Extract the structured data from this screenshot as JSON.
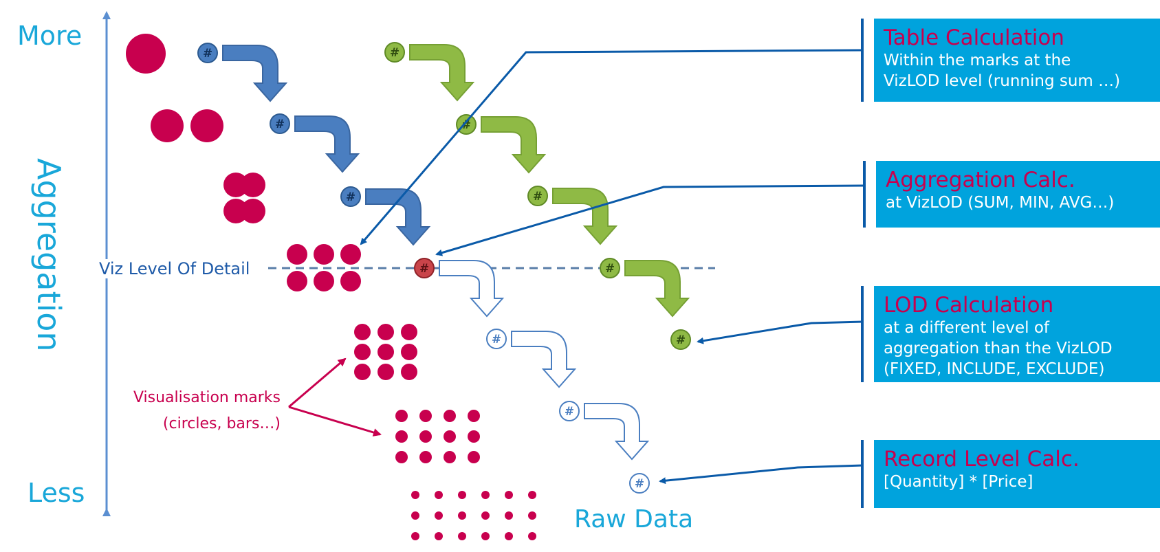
{
  "axis": {
    "more": "More",
    "less": "Less",
    "title": "Aggregation"
  },
  "viz_level_label": "Viz Level Of Detail",
  "raw_data_label": "Raw Data",
  "marks_label": {
    "line1": "Visualisation marks",
    "line2": "(circles, bars…)"
  },
  "hash_symbol": "#",
  "callouts": [
    {
      "title": "Table Calculation",
      "line1": "Within the marks at the",
      "line2": "VizLOD level (running sum …)"
    },
    {
      "title": "Aggregation Calc.",
      "line1": "at VizLOD (SUM, MIN, AVG…)"
    },
    {
      "title": "LOD Calculation",
      "line1": "at a different level of",
      "line2": "aggregation than the VizLOD",
      "line3": "(FIXED, INCLUDE, EXCLUDE)"
    },
    {
      "title": "Record Level Calc.",
      "line1": "[Quantity] * [Price]"
    }
  ],
  "colors": {
    "mark": "#c8004e",
    "blue_arrow": "#4a7ec0",
    "green_arrow": "#8fba45",
    "accent": "#19a7d9",
    "callout_bg": "#00a3dd",
    "dark_blue": "#0a5aa8",
    "vizlod_node": "#c9444a"
  },
  "icons": [
    "hash-node-icon",
    "curved-arrow-icon",
    "pointer-arrow-icon"
  ]
}
